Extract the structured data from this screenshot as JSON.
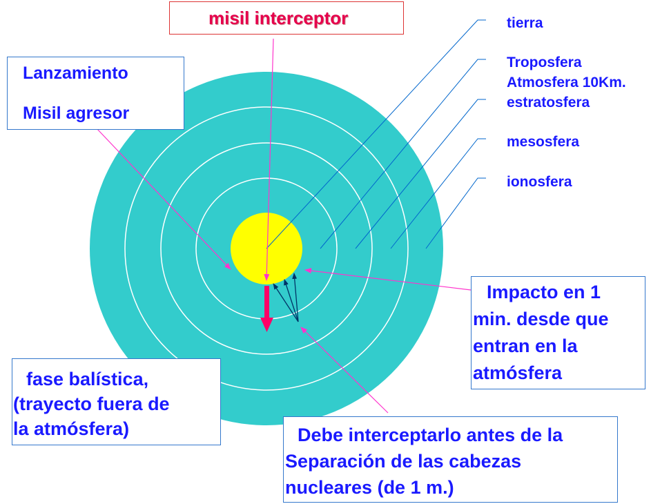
{
  "title_box": {
    "label": "misil interceptor"
  },
  "launch_box": {
    "line1": "Lanzamiento",
    "line2": "Misil agresor"
  },
  "layer_labels": {
    "tierra": "tierra",
    "troposfera": "Troposfera",
    "atmosfera_10km": "Atmosfera 10Km.",
    "estratosfera": "estratosfera",
    "mesosfera": "mesosfera",
    "ionosfera": "ionosfera"
  },
  "impact_box": {
    "line1": "Impacto en 1",
    "line2": "min. desde que",
    "line3": "entran en la",
    "line4": "atmósfera"
  },
  "ballistic_box": {
    "line1": "fase balística,",
    "line2": "(trayecto fuera de",
    "line3": "la atmósfera)"
  },
  "intercept_box": {
    "line1": "Debe interceptarlo antes de la",
    "line2": "Separación de las cabezas",
    "line3": "nucleares (de 1 m.)"
  },
  "colors": {
    "atmosphere": "#33cccc",
    "earth": "#ffff00",
    "ring": "#ffffff",
    "text_blue": "#1a1aff",
    "title_text": "#e6004c",
    "title_border": "#dd3333",
    "pointer_magenta": "#ff33cc",
    "missile_red": "#ff0066",
    "leader_blue": "#0066cc",
    "warhead_navy": "#003366"
  }
}
